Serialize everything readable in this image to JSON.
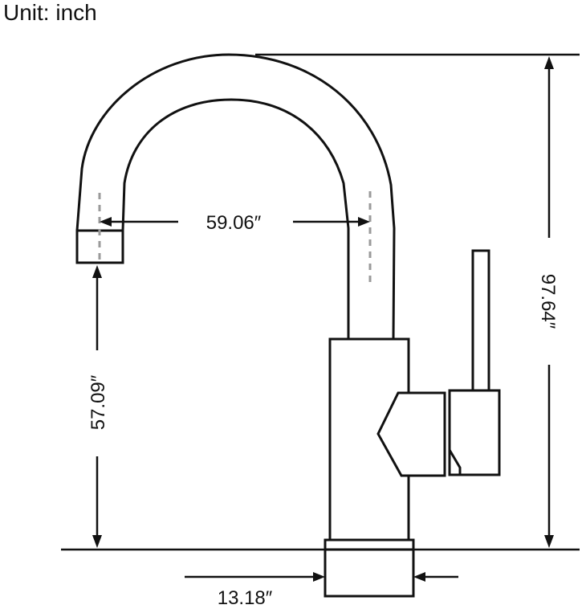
{
  "unit_label": "Unit: inch",
  "dimensions": {
    "spout_reach": "59.06″",
    "spout_height": "57.09″",
    "total_height": "97.64″",
    "base_width": "13.18″"
  }
}
